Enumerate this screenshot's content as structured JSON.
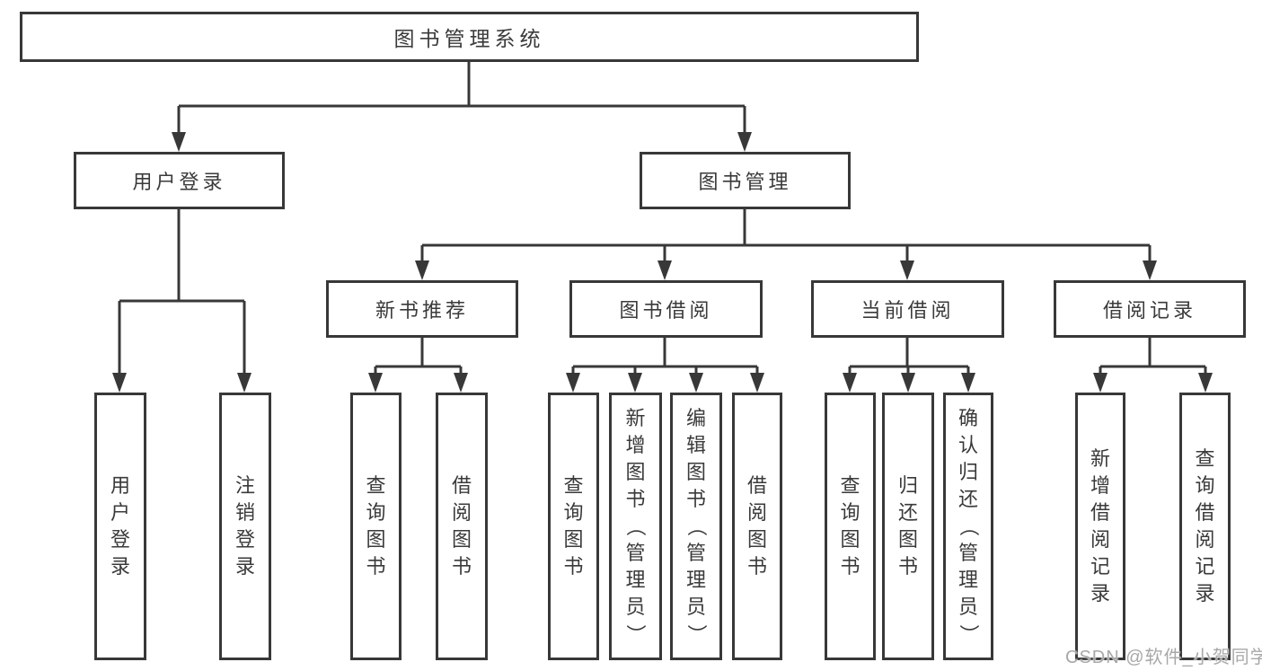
{
  "diagram": {
    "title_node": {
      "label": "图书管理系统"
    },
    "level2": [
      {
        "id": "user-login",
        "label": "用户登录"
      },
      {
        "id": "book-management",
        "label": "图书管理"
      }
    ],
    "level3": [
      {
        "id": "new-book-recommend",
        "label": "新书推荐"
      },
      {
        "id": "book-borrow",
        "label": "图书借阅"
      },
      {
        "id": "current-borrow",
        "label": "当前借阅"
      },
      {
        "id": "borrow-records",
        "label": "借阅记录"
      }
    ],
    "leaves": [
      {
        "parent": "user-login",
        "label": "用户登录"
      },
      {
        "parent": "user-login",
        "label": "注销登录"
      },
      {
        "parent": "new-book-recommend",
        "label": "查询图书"
      },
      {
        "parent": "new-book-recommend",
        "label": "借阅图书"
      },
      {
        "parent": "book-borrow",
        "label": "查询图书"
      },
      {
        "parent": "book-borrow",
        "label": "新增图书（管理员）"
      },
      {
        "parent": "book-borrow",
        "label": "编辑图书（管理员）"
      },
      {
        "parent": "book-borrow",
        "label": "借阅图书"
      },
      {
        "parent": "current-borrow",
        "label": "查询图书"
      },
      {
        "parent": "current-borrow",
        "label": "归还图书"
      },
      {
        "parent": "current-borrow",
        "label": "确认归还（管理员）"
      },
      {
        "parent": "borrow-records",
        "label": "新增借阅记录"
      },
      {
        "parent": "borrow-records",
        "label": "查询借阅记录"
      }
    ],
    "watermark": "CSDN @软件_小贺同学",
    "colors": {
      "line": "#383838",
      "text": "#3a3a3a",
      "box_background": "#ffffff",
      "watermark": "#a8a8a8",
      "background": "#ffffff"
    }
  }
}
